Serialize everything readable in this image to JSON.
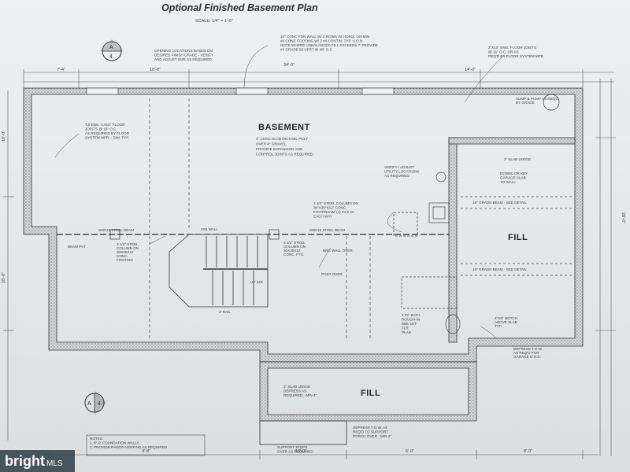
{
  "title": "Optional Finished Basement Plan",
  "scale": "SCALE: 1/4\" = 1'-0\"",
  "rooms": {
    "basement": "BASEMENT",
    "fill_right": "FILL",
    "fill_bottom": "FILL"
  },
  "notes": {
    "basement_slab": [
      "4\" CONC SLAB ON 6 MIL POLY",
      "OVER 4\" GRAVEL,",
      "PROVIDE EXPANSION AND",
      "CONTROL JOINTS AS REQUIRED"
    ],
    "opening": [
      "OPENING LOCATIONS BASED ON",
      "DESIRED FINISH GRADE - VERIFY",
      "AND ADJUST SIZE AS REQUIRED"
    ],
    "foundation_wall": [
      "10\" CONC FDN WALL W/ 2 ROWS #4 HORIZ. ON MIN.",
      "#4 CONC FOOTING W/ 2 #4 CONTIN. TYP. U.O.N.",
      "NOTE WHERE UNBALANCED FILL EXCEEDS 7' PROVIDE",
      "#4 GRADE 60 VERT @ 48\" O.C."
    ],
    "floor_joists_right": [
      "2\"X10\" ENG. FLOOR JOISTS",
      "@ 16\" O.C. OR AS",
      "REQ'D BY FLOOR SYSTEM MFR."
    ],
    "sump": [
      "SUMP & PUMP AS REQ'D",
      "BY GRADE"
    ],
    "slab_ledge_right": "2\" SLAB LEDGE",
    "dowel": [
      "DOWEL OR KEY",
      "GARAGE SLAB",
      "TO WALL"
    ],
    "grade_beam_1": "16\" GRADE BEAM - SEE DETAIL",
    "grade_beam_2": "16\" GRADE BEAM - SEE DETAIL",
    "notch": [
      "4\"X2\" NOTCH",
      "ABOVE SLAB",
      "TYP."
    ],
    "depress_garage": [
      "DEPRESS T.O.W.",
      "AS REQ'D FOR",
      "GARAGE O.H.D."
    ],
    "cant_floor": [
      "TJI ENG. CANT. FLOOR",
      "JOISTS @ 16\" O.C.",
      "AS REQUIRED BY FLOOR",
      "SYSTEM MFR. - DIM. TYP."
    ],
    "steel_column": [
      "3 1/2\" STEEL COLUMN ON",
      "30\"X30\"X12\" CONC.",
      "FOOTING W/ (4) #4 E.W.",
      "EACH WAY"
    ],
    "verify_utility": [
      "VERIFY / ADJUST",
      "UTILITY LOCATIONS",
      "AS REQUIRED"
    ],
    "steel_beam_1": "W8X18 STEEL BEAM",
    "steel_beam_2": "W8X18 STEEL BEAM",
    "beam_pkt": "BEAM PKT.",
    "col_left": [
      "3 1/2\" STEEL",
      "COLUMN ON",
      "30X30X12",
      "CONC.",
      "FOOTING"
    ],
    "col_mid": [
      "3 1/2\" STEEL",
      "COLUMN ON",
      "30X30X12",
      "CONC. FTG."
    ],
    "brg_wall": "BRG WALL OVER",
    "post_over": "POST OVER",
    "wall_2x6": "2X6 WALL",
    "up_label": "UP 14R",
    "rail": "3' RAIL",
    "bath": [
      "3 PC BATH",
      "ROUGH-IN",
      "SEE 1ST",
      "FLR",
      "PLAN"
    ],
    "slab_ledge_bottom": [
      "2\" SLAB LEDGE",
      "DEPRESS AS",
      "REQUIRED - MIN 4\""
    ],
    "depress_porch": [
      "DEPRESS T.O.W. AS",
      "REQ'D TO SUPPORT",
      "PORCH OVER - MIN 4\""
    ],
    "support_steps": [
      "SUPPORT STEPS",
      "OVER AS REQUIRED"
    ],
    "general": [
      "NOTES:",
      "1. 8\"-0\" FOUNDATION WALLS",
      "2. PROVIDE RADON VENTING AS REQUIRED"
    ],
    "section_marker": "A",
    "section_sheet": "4"
  },
  "dimensions": {
    "top_total": "34'-0\"",
    "top_left": "7'-4\"",
    "top_mid": "10'-8\"",
    "top_right": "14'-0\"",
    "right_total": "28'-0\"",
    "bottom_1": "4'-8\"",
    "bottom_2": "10'-0\"",
    "bottom_3": "6'-0\"",
    "bottom_4": "8'-0\"",
    "left_1": "10'-0\"",
    "left_2": "18'-0\""
  },
  "watermark": {
    "brand": "bright",
    "suffix": "MLS"
  }
}
